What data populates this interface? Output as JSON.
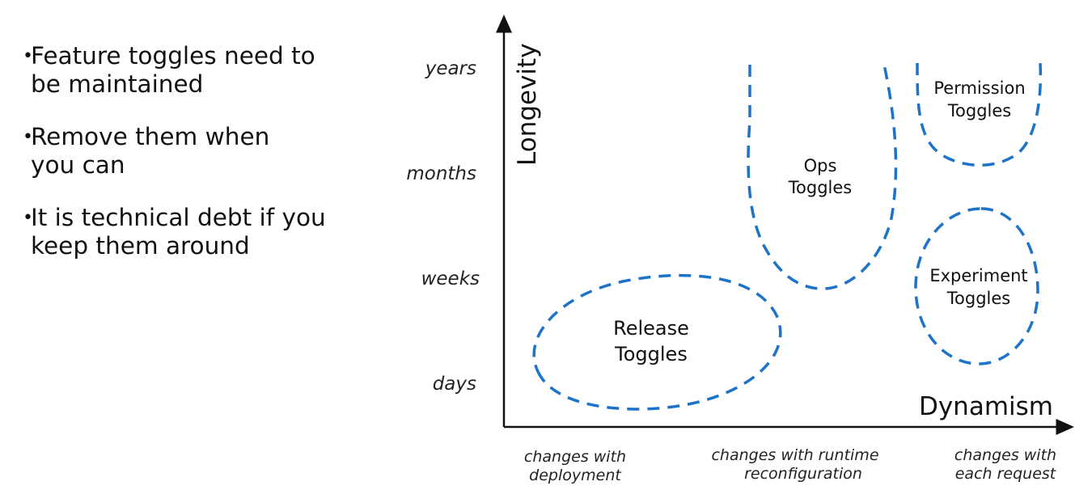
{
  "bullets": [
    {
      "lines": [
        "Feature toggles need to",
        "be maintained"
      ]
    },
    {
      "lines": [
        "Remove them when",
        "you can"
      ]
    },
    {
      "lines": [
        "It is technical debt if you",
        "keep them around"
      ]
    }
  ],
  "diagram": {
    "y_axis_title": "Longevity",
    "x_axis_title": "Dynamism",
    "y_ticks": [
      "years",
      "months",
      "weeks",
      "days"
    ],
    "x_ticks": [
      {
        "lines": [
          "changes with",
          "deployment"
        ]
      },
      {
        "lines": [
          "changes with runtime",
          "reconfiguration"
        ]
      },
      {
        "lines": [
          "changes with",
          "each request"
        ]
      }
    ],
    "regions": [
      {
        "id": "release",
        "lines": [
          "Release",
          "Toggles"
        ]
      },
      {
        "id": "ops",
        "lines": [
          "Ops",
          "Toggles"
        ]
      },
      {
        "id": "permission",
        "lines": [
          "Permission",
          "Toggles"
        ]
      },
      {
        "id": "experiment",
        "lines": [
          "Experiment",
          "Toggles"
        ]
      }
    ],
    "dash_color": "#1c73c8"
  }
}
